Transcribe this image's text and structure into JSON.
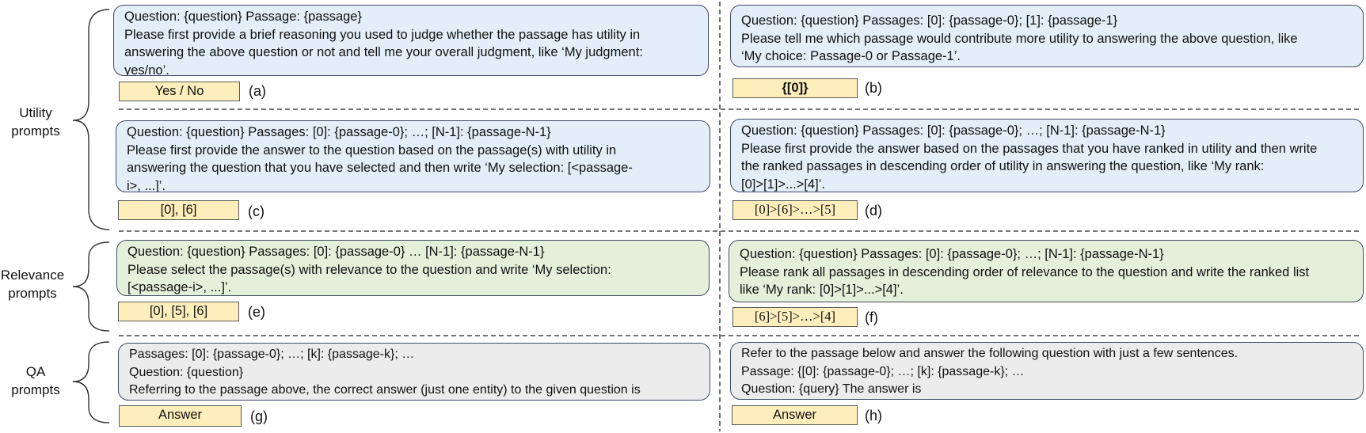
{
  "groups": {
    "utility": "Utility\nprompts",
    "relevance": "Relevance\nprompts",
    "qa": "QA\nprompts"
  },
  "panels": {
    "a": {
      "tag": "(a)",
      "lines": [
        "Question: {question} Passage: {passage}",
        "Please first provide a brief reasoning you used to judge whether the passage has utility in",
        "answering the above question or not and tell me your overall judgment, like ‘My judgment:",
        "yes/no’."
      ],
      "answer": "Yes / No"
    },
    "b": {
      "tag": "(b)",
      "lines": [
        "Question: {question}  Passages: [0]: {passage-0};  [1]: {passage-1}",
        "Please tell me which passage would contribute more utility to answering the above question, like",
        "‘My choice: Passage-0 or Passage-1’."
      ],
      "answer": "{[0]}"
    },
    "c": {
      "tag": "(c)",
      "lines": [
        "Question: {question} Passages: [0]: {passage-0};  …;  [N-1]: {passage-N-1}",
        "Please first provide the answer to the question based on the passage(s) with utility in",
        "answering the question that you have selected and then write ‘My selection: [<passage-",
        "i>, ...]’."
      ],
      "answer": "[0], [6]"
    },
    "d": {
      "tag": "(d)",
      "lines": [
        "Question: {question} Passages: [0]: {passage-0};  …;  [N-1]: {passage-N-1}",
        "Please first provide the answer based on the passages that you have ranked in utility and then write",
        "the ranked passages in descending order of utility in answering the question, like ‘My rank:",
        "[0]>[1]>...>[4]’."
      ],
      "answer": "[0]>[6]>…>[5]"
    },
    "e": {
      "tag": "(e)",
      "lines": [
        "Question: {question} Passages: [0]: {passage-0} … [N-1]: {passage-N-1}",
        "Please select the passage(s) with relevance to the question and write ‘My selection:",
        "[<passage-i>, ...]’."
      ],
      "answer": "[0], [5], [6]"
    },
    "f": {
      "tag": "(f)",
      "lines": [
        "Question: {question} Passages: [0]: {passage-0};  …;  [N-1]: {passage-N-1}",
        "Please rank all passages in descending order of relevance to the question and write the ranked list",
        "like ‘My rank: [0]>[1]>...>[4]’."
      ],
      "answer": "[6]>[5]>…>[4]"
    },
    "g": {
      "tag": "(g)",
      "lines": [
        "Passages: [0]: {passage-0};  …;  [k]: {passage-k}; …",
        "Question: {question}",
        "Referring to the passage above, the correct answer (just one entity) to the given question is"
      ],
      "answer": "Answer"
    },
    "h": {
      "tag": "(h)",
      "lines": [
        "Refer to the passage below and answer the following question with just a few sentences.",
        "Passage: {[0]: {passage-0};  …;  [k]: {passage-k}; …",
        "Question: {query} The answer is"
      ],
      "answer": "Answer"
    }
  }
}
